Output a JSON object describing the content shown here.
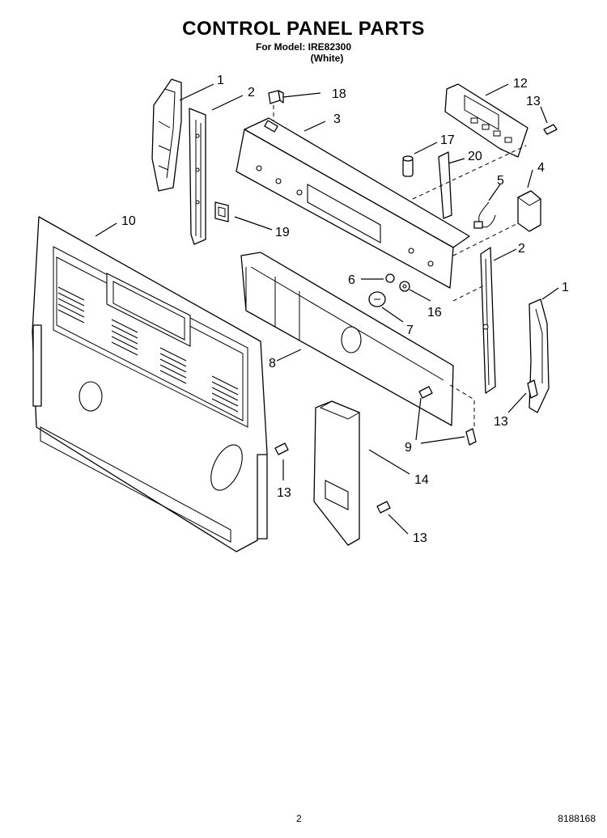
{
  "header": {
    "title": "CONTROL PANEL PARTS",
    "model_line": "For Model: IRE82300",
    "color_line": "(White)"
  },
  "footer": {
    "page_number": "2",
    "document_number": "8188168"
  },
  "callouts": {
    "c1a": "1",
    "c2a": "2",
    "c18": "18",
    "c3": "3",
    "c12": "12",
    "c13a": "13",
    "c17": "17",
    "c20": "20",
    "c4": "4",
    "c5": "5",
    "c10": "10",
    "c19": "19",
    "c2b": "2",
    "c6": "6",
    "c1b": "1",
    "c16": "16",
    "c7": "7",
    "c8": "8",
    "c13b": "13",
    "c9": "9",
    "c14": "14",
    "c13c": "13",
    "c13d": "13"
  }
}
